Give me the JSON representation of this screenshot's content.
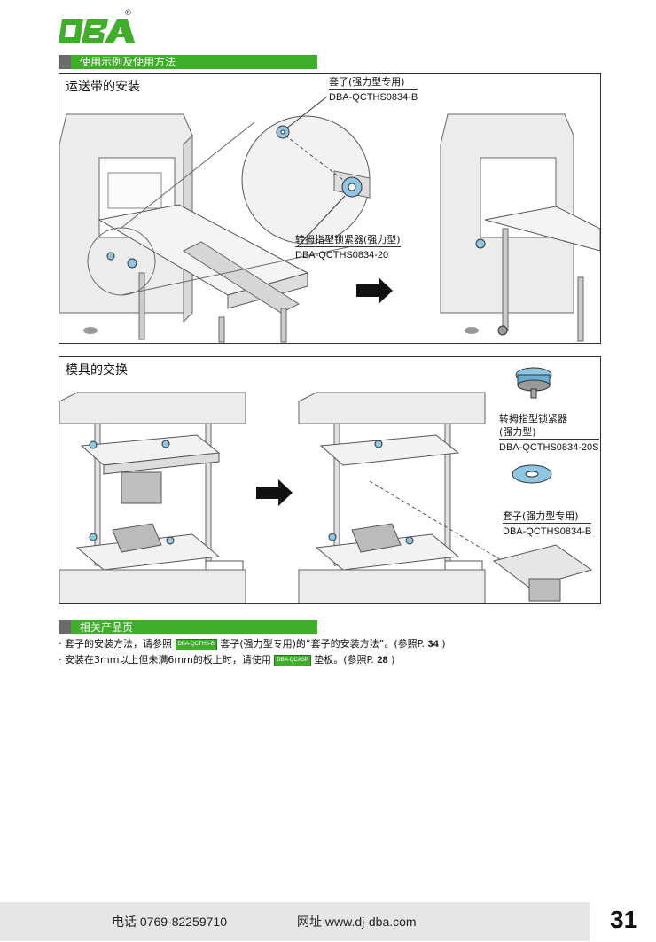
{
  "brand": {
    "logo_text": "DBA",
    "registered": "®"
  },
  "section1": {
    "heading": "使用示例及使用方法"
  },
  "panel1": {
    "title": "运送带的安装",
    "callout_top": {
      "name": "套子(强力型专用)",
      "code": "DBA-QCTHS0834-B"
    },
    "callout_bottom": {
      "name": "转拇指型锁紧器(强力型)",
      "code": "DBA-QCTHS0834-20"
    }
  },
  "panel2": {
    "title": "模具的交换",
    "callout_top": {
      "name_line1": "转拇指型锁紧器",
      "name_line2": "(强力型)",
      "code": "DBA-QCTHS0834-20S"
    },
    "callout_bottom": {
      "name": "套子(强力型专用)",
      "code": "DBA-QCTHS0834-B"
    }
  },
  "section2": {
    "heading": "相关产品页"
  },
  "notes": [
    {
      "prefix": "· 套子的安装方法，请参照",
      "tag": "DBA-QCTHS-B",
      "middle": "套子(强力型专用)的“套子的安装方法”。(参照P.",
      "page": "34",
      "suffix": ")"
    },
    {
      "prefix": "· 安装在3mm以上但未满6mm的板上时，请使用",
      "tag": "DBA-QCASP",
      "middle": "垫板。(参照P.",
      "page": "28",
      "suffix": ")"
    }
  ],
  "footer": {
    "phone": "电话 0769-82259710",
    "website": "网址 www.dj-dba.com",
    "page_number": "31"
  },
  "colors": {
    "accent_green": "#3fae2a",
    "machine_gray": "#e9e9e9",
    "part_blue": "#8fc7e3"
  }
}
